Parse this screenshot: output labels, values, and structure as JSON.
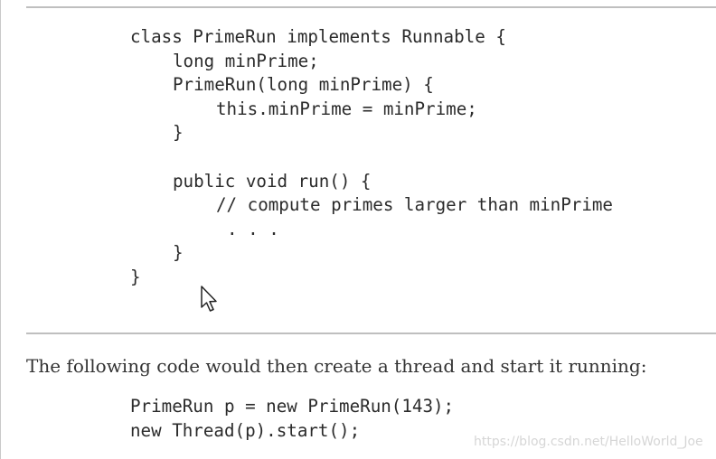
{
  "code_block_1": {
    "lines": [
      "class PrimeRun implements Runnable {",
      "long minPrime;",
      "PrimeRun(long minPrime) {",
      "this.minPrime = minPrime;",
      "}",
      "",
      "public void run() {",
      "// compute primes larger than minPrime",
      ". . .",
      "}",
      "}"
    ]
  },
  "paragraph": {
    "text": "The following code would then create a thread and start it running:"
  },
  "code_block_2": {
    "lines": [
      "PrimeRun p = new PrimeRun(143);",
      "new Thread(p).start();"
    ]
  },
  "watermark": {
    "text": "https://blog.csdn.net/HelloWorld_Joe"
  },
  "cursor": {
    "icon": "mouse-pointer-icon"
  }
}
